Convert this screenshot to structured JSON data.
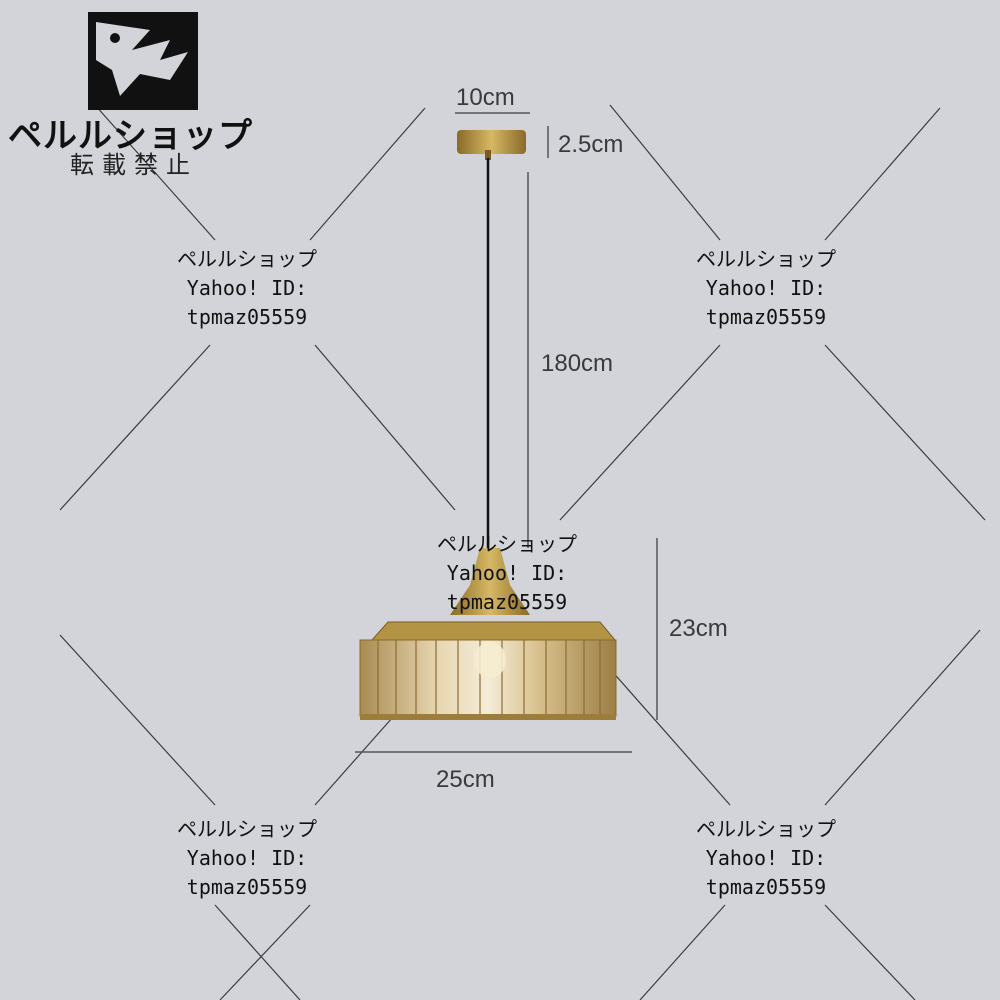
{
  "brand": {
    "name": "ペルルショップ",
    "notice": "転載禁止"
  },
  "dimensions": {
    "canopy_width": "10cm",
    "canopy_height": "2.5cm",
    "cord_length": "180cm",
    "shade_height": "23cm",
    "shade_width": "25cm"
  },
  "watermarks": [
    {
      "shop": "ペルルショップ",
      "id_label": "Yahoo! ID:",
      "id": "tpmaz05559"
    },
    {
      "shop": "ペルルショップ",
      "id_label": "Yahoo! ID:",
      "id": "tpmaz05559"
    },
    {
      "shop": "ペルルショップ",
      "id_label": "Yahoo! ID:",
      "id": "tpmaz05559"
    },
    {
      "shop": "ペルルショップ",
      "id_label": "Yahoo! ID:",
      "id": "tpmaz05559"
    },
    {
      "shop": "ペルルショップ",
      "id_label": "Yahoo! ID:",
      "id": "tpmaz05559"
    }
  ],
  "colors": {
    "background": "#d3d4d9",
    "brass": "#b8973f",
    "crystal": "#c9b07a"
  }
}
